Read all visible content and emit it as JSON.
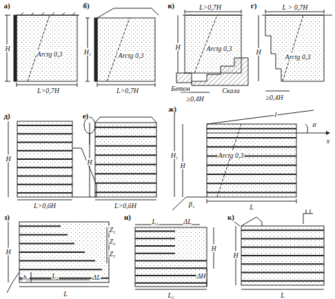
{
  "diagram": {
    "labels": [
      "а)",
      "H",
      "Arctg 0,3",
      "L>0,7H",
      "б)",
      "H₁",
      "Arctg 0,3",
      "L>0,7H",
      "в)",
      "L>0,7H",
      "H",
      "Arctg 0,3",
      "Бетон",
      "Скала",
      "≥0,4H",
      "г)",
      "L > 0,7H",
      "H",
      "Arctg 0,3",
      "≥0,4H",
      "д)",
      "H",
      "L>0,6H",
      "е)",
      "H",
      "L>0,6H",
      "ж)",
      "H₁",
      "H",
      "Arctg 0,3",
      "l",
      "α",
      "x",
      "β₁",
      "L",
      "з)",
      "H",
      "Z₁",
      "Z₂",
      "Z₃",
      "h₀",
      "L₁",
      "L",
      "ΔL",
      "и)",
      "L₁",
      "ΔL",
      "H",
      "ΔH",
      "L₂",
      "к)",
      "H",
      "L"
    ]
  }
}
